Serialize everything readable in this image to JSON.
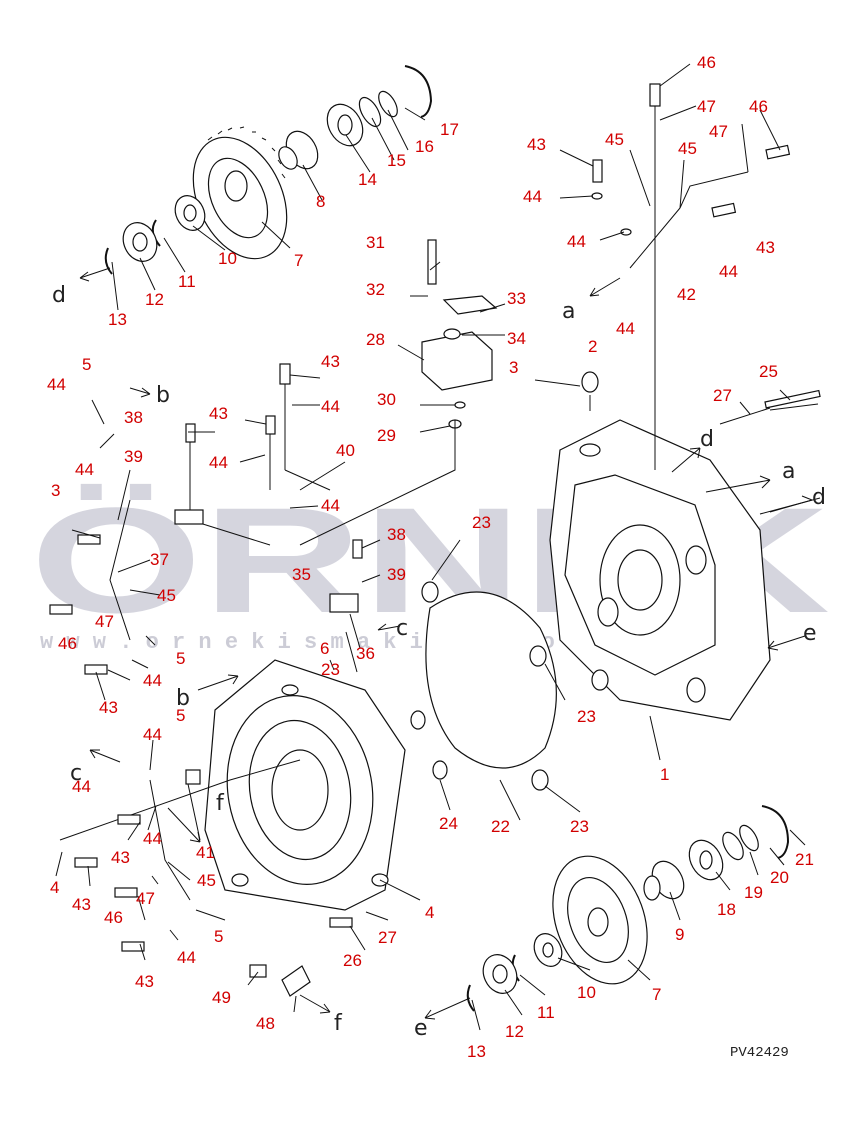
{
  "watermark": {
    "brand": "ÖRNEK",
    "url": "w w w . o r n e k i s m a k i n a . c o m . t r"
  },
  "drawing_code": "PV42429",
  "callouts": [
    {
      "id": "c46a",
      "label": "46"
    },
    {
      "id": "c47a",
      "label": "47"
    },
    {
      "id": "c46b",
      "label": "46"
    },
    {
      "id": "c47b",
      "label": "47"
    },
    {
      "id": "c43a",
      "label": "43"
    },
    {
      "id": "c45a",
      "label": "45"
    },
    {
      "id": "c45b",
      "label": "45"
    },
    {
      "id": "c44a",
      "label": "44"
    },
    {
      "id": "c44b",
      "label": "44"
    },
    {
      "id": "c43b",
      "label": "43"
    },
    {
      "id": "c44c",
      "label": "44"
    },
    {
      "id": "c42",
      "label": "42"
    },
    {
      "id": "c2",
      "label": "2"
    },
    {
      "id": "c44d",
      "label": "44"
    },
    {
      "id": "c17",
      "label": "17"
    },
    {
      "id": "c16",
      "label": "16"
    },
    {
      "id": "c15",
      "label": "15"
    },
    {
      "id": "c14",
      "label": "14"
    },
    {
      "id": "c8",
      "label": "8"
    },
    {
      "id": "c7a",
      "label": "7"
    },
    {
      "id": "c10a",
      "label": "10"
    },
    {
      "id": "c11a",
      "label": "11"
    },
    {
      "id": "c12a",
      "label": "12"
    },
    {
      "id": "c13a",
      "label": "13"
    },
    {
      "id": "c31",
      "label": "31"
    },
    {
      "id": "c32",
      "label": "32"
    },
    {
      "id": "c33",
      "label": "33"
    },
    {
      "id": "c34",
      "label": "34"
    },
    {
      "id": "c28",
      "label": "28"
    },
    {
      "id": "c3a",
      "label": "3"
    },
    {
      "id": "c30",
      "label": "30"
    },
    {
      "id": "c29",
      "label": "29"
    },
    {
      "id": "c25",
      "label": "25"
    },
    {
      "id": "c27a",
      "label": "27"
    },
    {
      "id": "c5a",
      "label": "5"
    },
    {
      "id": "c44e",
      "label": "44"
    },
    {
      "id": "c38a",
      "label": "38"
    },
    {
      "id": "c43c",
      "label": "43"
    },
    {
      "id": "c44f",
      "label": "44"
    },
    {
      "id": "c43d",
      "label": "43"
    },
    {
      "id": "c39a",
      "label": "39"
    },
    {
      "id": "c44g",
      "label": "44"
    },
    {
      "id": "c40",
      "label": "40"
    },
    {
      "id": "c44h",
      "label": "44"
    },
    {
      "id": "c44i",
      "label": "44"
    },
    {
      "id": "c3b",
      "label": "3"
    },
    {
      "id": "c37",
      "label": "37"
    },
    {
      "id": "c38b",
      "label": "38"
    },
    {
      "id": "c39b",
      "label": "39"
    },
    {
      "id": "c35",
      "label": "35"
    },
    {
      "id": "c45c",
      "label": "45"
    },
    {
      "id": "c46c",
      "label": "46"
    },
    {
      "id": "c47c",
      "label": "47"
    },
    {
      "id": "c23a",
      "label": "23"
    },
    {
      "id": "c6",
      "label": "6"
    },
    {
      "id": "c36",
      "label": "36"
    },
    {
      "id": "c5b",
      "label": "5"
    },
    {
      "id": "c23b",
      "label": "23"
    },
    {
      "id": "c43e",
      "label": "43"
    },
    {
      "id": "c44j",
      "label": "44"
    },
    {
      "id": "c5c",
      "label": "5"
    },
    {
      "id": "c23c",
      "label": "23"
    },
    {
      "id": "c1",
      "label": "1"
    },
    {
      "id": "c44k",
      "label": "44"
    },
    {
      "id": "c44l",
      "label": "44"
    },
    {
      "id": "c43f",
      "label": "43"
    },
    {
      "id": "c44m",
      "label": "44"
    },
    {
      "id": "c41",
      "label": "41"
    },
    {
      "id": "c24",
      "label": "24"
    },
    {
      "id": "c22",
      "label": "22"
    },
    {
      "id": "c23d",
      "label": "23"
    },
    {
      "id": "c4a",
      "label": "4"
    },
    {
      "id": "c43g",
      "label": "43"
    },
    {
      "id": "c45d",
      "label": "45"
    },
    {
      "id": "c46d",
      "label": "46"
    },
    {
      "id": "c47d",
      "label": "47"
    },
    {
      "id": "c5d",
      "label": "5"
    },
    {
      "id": "c4b",
      "label": "4"
    },
    {
      "id": "c43h",
      "label": "43"
    },
    {
      "id": "c44n",
      "label": "44"
    },
    {
      "id": "c27b",
      "label": "27"
    },
    {
      "id": "c26",
      "label": "26"
    },
    {
      "id": "c21",
      "label": "21"
    },
    {
      "id": "c20",
      "label": "20"
    },
    {
      "id": "c19",
      "label": "19"
    },
    {
      "id": "c18",
      "label": "18"
    },
    {
      "id": "c9",
      "label": "9"
    },
    {
      "id": "c7b",
      "label": "7"
    },
    {
      "id": "c10b",
      "label": "10"
    },
    {
      "id": "c11b",
      "label": "11"
    },
    {
      "id": "c12b",
      "label": "12"
    },
    {
      "id": "c13b",
      "label": "13"
    },
    {
      "id": "c49",
      "label": "49"
    },
    {
      "id": "c48",
      "label": "48"
    }
  ],
  "letters": [
    {
      "id": "Ld1",
      "label": "d"
    },
    {
      "id": "La1",
      "label": "a"
    },
    {
      "id": "Lb1",
      "label": "b"
    },
    {
      "id": "Ld2",
      "label": "d"
    },
    {
      "id": "La2",
      "label": "a"
    },
    {
      "id": "Ld3",
      "label": "d"
    },
    {
      "id": "Lc1",
      "label": "c"
    },
    {
      "id": "Le1",
      "label": "e"
    },
    {
      "id": "Lb2",
      "label": "b"
    },
    {
      "id": "Lc2",
      "label": "c"
    },
    {
      "id": "Lf1",
      "label": "f"
    },
    {
      "id": "Le2",
      "label": "e"
    },
    {
      "id": "Lf2",
      "label": "f"
    }
  ]
}
